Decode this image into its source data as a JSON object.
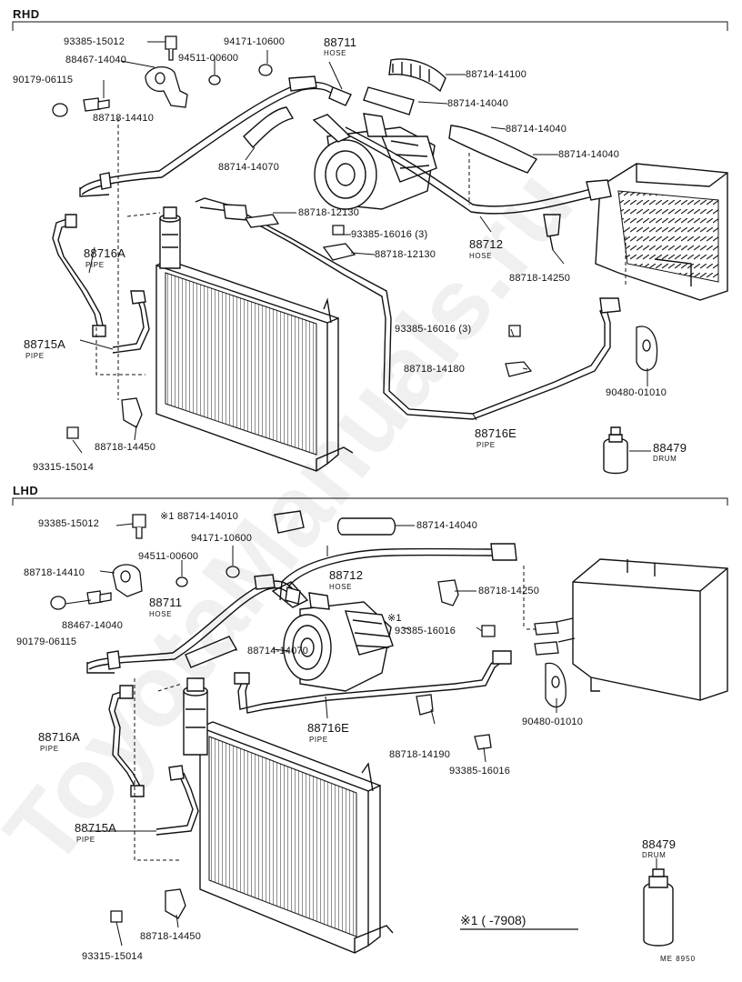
{
  "sections": {
    "rhd": "RHD",
    "lhd": "LHD"
  },
  "rhd_labels": [
    {
      "id": "r1",
      "text": "93385-15012"
    },
    {
      "id": "r2",
      "text": "88467-14040"
    },
    {
      "id": "r3",
      "text": "90179-06115"
    },
    {
      "id": "r4",
      "text": "94171-10600"
    },
    {
      "id": "r5",
      "text": "94511-00600"
    },
    {
      "id": "r6",
      "text": "88711"
    },
    {
      "id": "r7",
      "text": "88714-14100"
    },
    {
      "id": "r8",
      "text": "88714-14040"
    },
    {
      "id": "r9",
      "text": "88718-14410"
    },
    {
      "id": "r10",
      "text": "88714-14040"
    },
    {
      "id": "r11",
      "text": "88714-14040"
    },
    {
      "id": "r12",
      "text": "88714-14070"
    },
    {
      "id": "r13",
      "text": "88718-12130"
    },
    {
      "id": "r14",
      "text": "93385-16016 (3)"
    },
    {
      "id": "r15",
      "text": "88716A"
    },
    {
      "id": "r16",
      "text": "88712"
    },
    {
      "id": "r17",
      "text": "88718-12130"
    },
    {
      "id": "r18",
      "text": "88718-14250"
    },
    {
      "id": "r19",
      "text": "93385-16016 (3)"
    },
    {
      "id": "r20",
      "text": "88715A"
    },
    {
      "id": "r21",
      "text": "88718-14180"
    },
    {
      "id": "r22",
      "text": "90480-01010"
    },
    {
      "id": "r23",
      "text": "88718-14450"
    },
    {
      "id": "r24",
      "text": "88716E"
    },
    {
      "id": "r25",
      "text": "88479"
    },
    {
      "id": "r26",
      "text": "93315-15014"
    }
  ],
  "rhd_subs": [
    {
      "id": "s1",
      "text": "HOSE"
    },
    {
      "id": "s2",
      "text": "PIPE"
    },
    {
      "id": "s3",
      "text": "HOSE"
    },
    {
      "id": "s4",
      "text": "PIPE"
    },
    {
      "id": "s5",
      "text": "PIPE"
    },
    {
      "id": "s6",
      "text": "DRUM"
    }
  ],
  "lhd_labels": [
    {
      "id": "l1",
      "text": "93385-15012"
    },
    {
      "id": "l2",
      "text": "※1 88714-14010"
    },
    {
      "id": "l3",
      "text": "88714-14040"
    },
    {
      "id": "l4",
      "text": "94171-10600"
    },
    {
      "id": "l5",
      "text": "94511-00600"
    },
    {
      "id": "l6",
      "text": "88718-14410"
    },
    {
      "id": "l7",
      "text": "88712"
    },
    {
      "id": "l8",
      "text": "88711"
    },
    {
      "id": "l9",
      "text": "88718-14250"
    },
    {
      "id": "l10",
      "text": "88467-14040"
    },
    {
      "id": "l11",
      "text": "※1"
    },
    {
      "id": "l12",
      "text": "93385-16016"
    },
    {
      "id": "l13",
      "text": "90179-06115"
    },
    {
      "id": "l14",
      "text": "88714-14070"
    },
    {
      "id": "l15",
      "text": "90480-01010"
    },
    {
      "id": "l16",
      "text": "88716E"
    },
    {
      "id": "l17",
      "text": "88716A"
    },
    {
      "id": "l18",
      "text": "88718-14190"
    },
    {
      "id": "l19",
      "text": "93385-16016"
    },
    {
      "id": "l20",
      "text": "88715A"
    },
    {
      "id": "l21",
      "text": "88479"
    },
    {
      "id": "l22",
      "text": "88718-14450"
    },
    {
      "id": "l23",
      "text": "93315-15014"
    }
  ],
  "lhd_subs": [
    {
      "id": "t1",
      "text": "HOSE"
    },
    {
      "id": "t2",
      "text": "HOSE"
    },
    {
      "id": "t3",
      "text": "PIPE"
    },
    {
      "id": "t4",
      "text": "PIPE"
    },
    {
      "id": "t5",
      "text": "PIPE"
    },
    {
      "id": "t6",
      "text": "DRUM"
    }
  ],
  "footnote": "※1 (       -7908)",
  "drawing_code": "ME 8950",
  "watermark": "ToyotaManuals.ru"
}
